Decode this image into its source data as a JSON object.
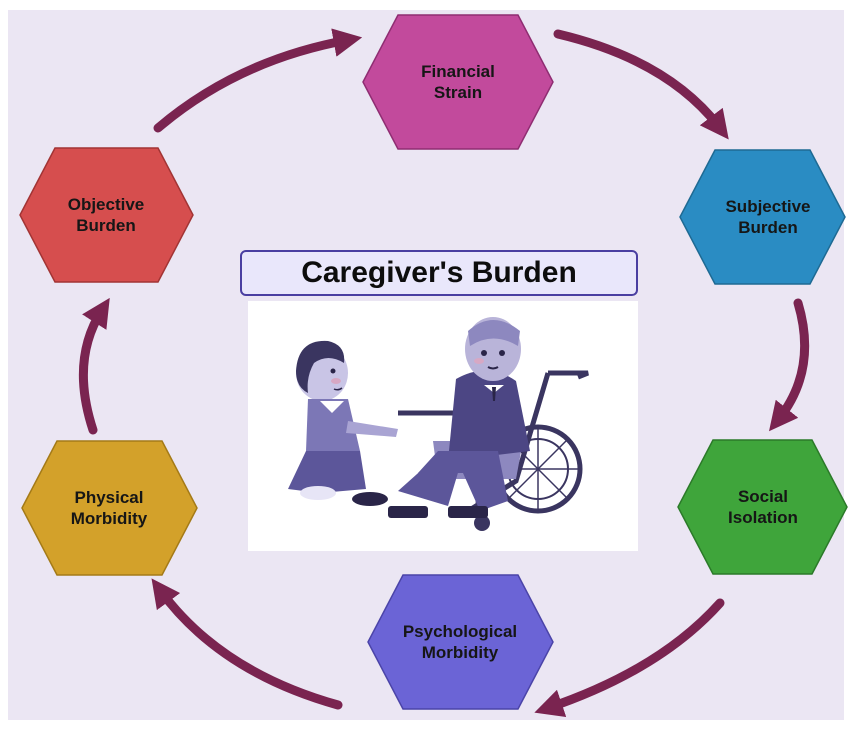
{
  "title": "Caregiver's Burden",
  "nodes": [
    {
      "id": "financial",
      "lines": [
        "Financial",
        "Strain"
      ],
      "color": "#c24a9c",
      "stroke": "#8f2d72"
    },
    {
      "id": "subjective",
      "lines": [
        "Subjective",
        "Burden"
      ],
      "color": "#2a8cc3",
      "stroke": "#1e6a93"
    },
    {
      "id": "social",
      "lines": [
        "Social",
        "Isolation"
      ],
      "color": "#3fa53b",
      "stroke": "#2b7a29"
    },
    {
      "id": "psychological",
      "lines": [
        "Psychological",
        "Morbidity"
      ],
      "color": "#6b64d6",
      "stroke": "#4b44a8"
    },
    {
      "id": "physical",
      "lines": [
        "Physical",
        "Morbidity"
      ],
      "color": "#d3a12a",
      "stroke": "#a47a17"
    },
    {
      "id": "objective",
      "lines": [
        "Objective",
        "Burden"
      ],
      "color": "#d64e4e",
      "stroke": "#a23434"
    }
  ],
  "arrow_color": "#7a2450",
  "illustration": "caregiver-with-elderly-man-in-wheelchair"
}
